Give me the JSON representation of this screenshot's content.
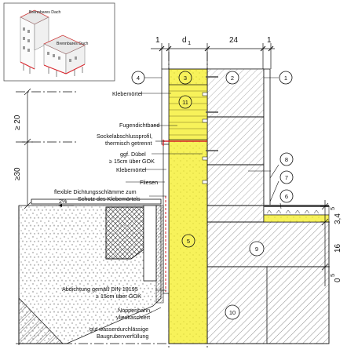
{
  "thumbnail": {
    "roof_label_1": "Brennbares Dach",
    "roof_label_2": "Brennbares Dach"
  },
  "dimensions_top": {
    "d1": "1",
    "d2": "d",
    "d2_sub": "1",
    "d3": "24",
    "d4": "1"
  },
  "dimensions_left": {
    "upper": "≥ 20",
    "lower": "≥30"
  },
  "dimensions_right": {
    "upper": "3,4",
    "upper_sup": "5",
    "middle": "16",
    "lower": "0",
    "lower_sup": "5"
  },
  "slope": "2%",
  "annotations": {
    "klebemoertel_top": "Klebemörtel",
    "fugendichtband": "Fugendichtband",
    "sockelabschluss_1": "Sockelabschlussprofil,",
    "sockelabschluss_2": "thermisch getrennt",
    "duebel_1": "ggf. Dübel",
    "duebel_2": "≥ 15cm über GOK",
    "klebemoertel_mid": "Klebemörtel",
    "fliesen": "Fliesen",
    "dichtungsschlaemme_1": "flexible Dichtungsschlämme zum",
    "dichtungsschlaemme_2": "Schutz des Klebemörtels",
    "abdichtung_1": "Abdichtung gemäß DIN 18195",
    "abdichtung_2": "≥ 15cm über GOK",
    "noppenbahn_1": "Noppenbahn,",
    "noppenbahn_2": "vlieskaschiert",
    "verfuellung_1": "gut wasserdurchlässige",
    "verfuellung_2": "Baugrubenverfüllung"
  },
  "markers": [
    "1",
    "2",
    "3",
    "4",
    "5",
    "6",
    "7",
    "8",
    "9",
    "10",
    "11"
  ],
  "colors": {
    "insulation": "#f7f25a",
    "accent_red": "#d8232a",
    "hatch": "#555555",
    "gravel": "#777777"
  }
}
